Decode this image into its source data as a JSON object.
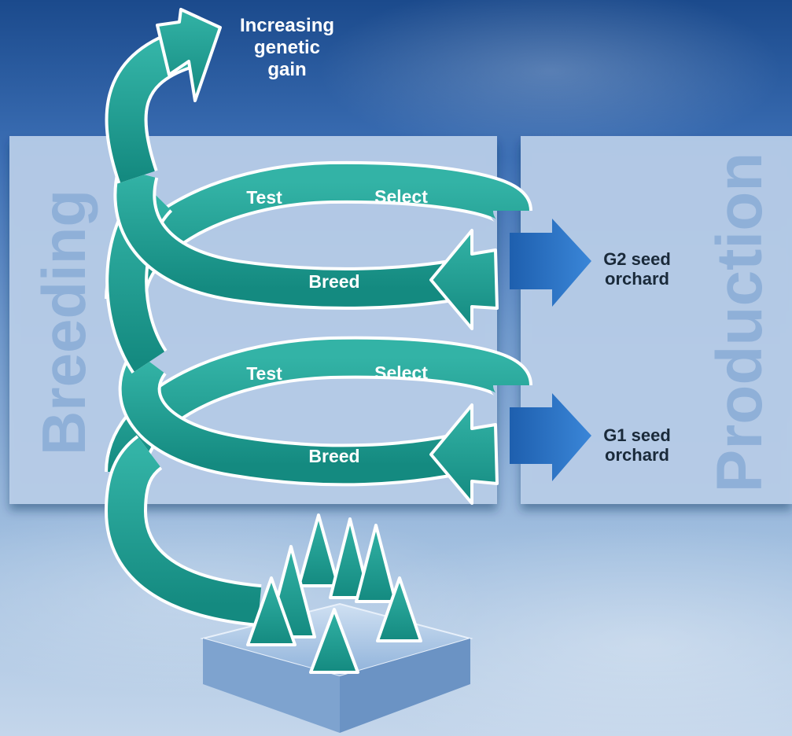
{
  "title": "Increasing genetic gain",
  "title_lines": [
    "Increasing",
    "genetic",
    "gain"
  ],
  "panels": {
    "breeding_label": "Breeding",
    "production_label": "Production"
  },
  "cycles": [
    {
      "test": "Test",
      "select": "Select",
      "breed": "Breed",
      "orchard_lines": [
        "G2 seed",
        "orchard"
      ]
    },
    {
      "test": "Test",
      "select": "Select",
      "breed": "Breed",
      "orchard_lines": [
        "G1 seed",
        "orchard"
      ]
    }
  ],
  "colors": {
    "spiral": "#1f9e93",
    "spiral_outline": "#ffffff",
    "orchard_arrow": "#2a72c6",
    "panel": "#b9cfe9",
    "panel_text": "#8fb0d8",
    "trees": "#1f9e93"
  }
}
